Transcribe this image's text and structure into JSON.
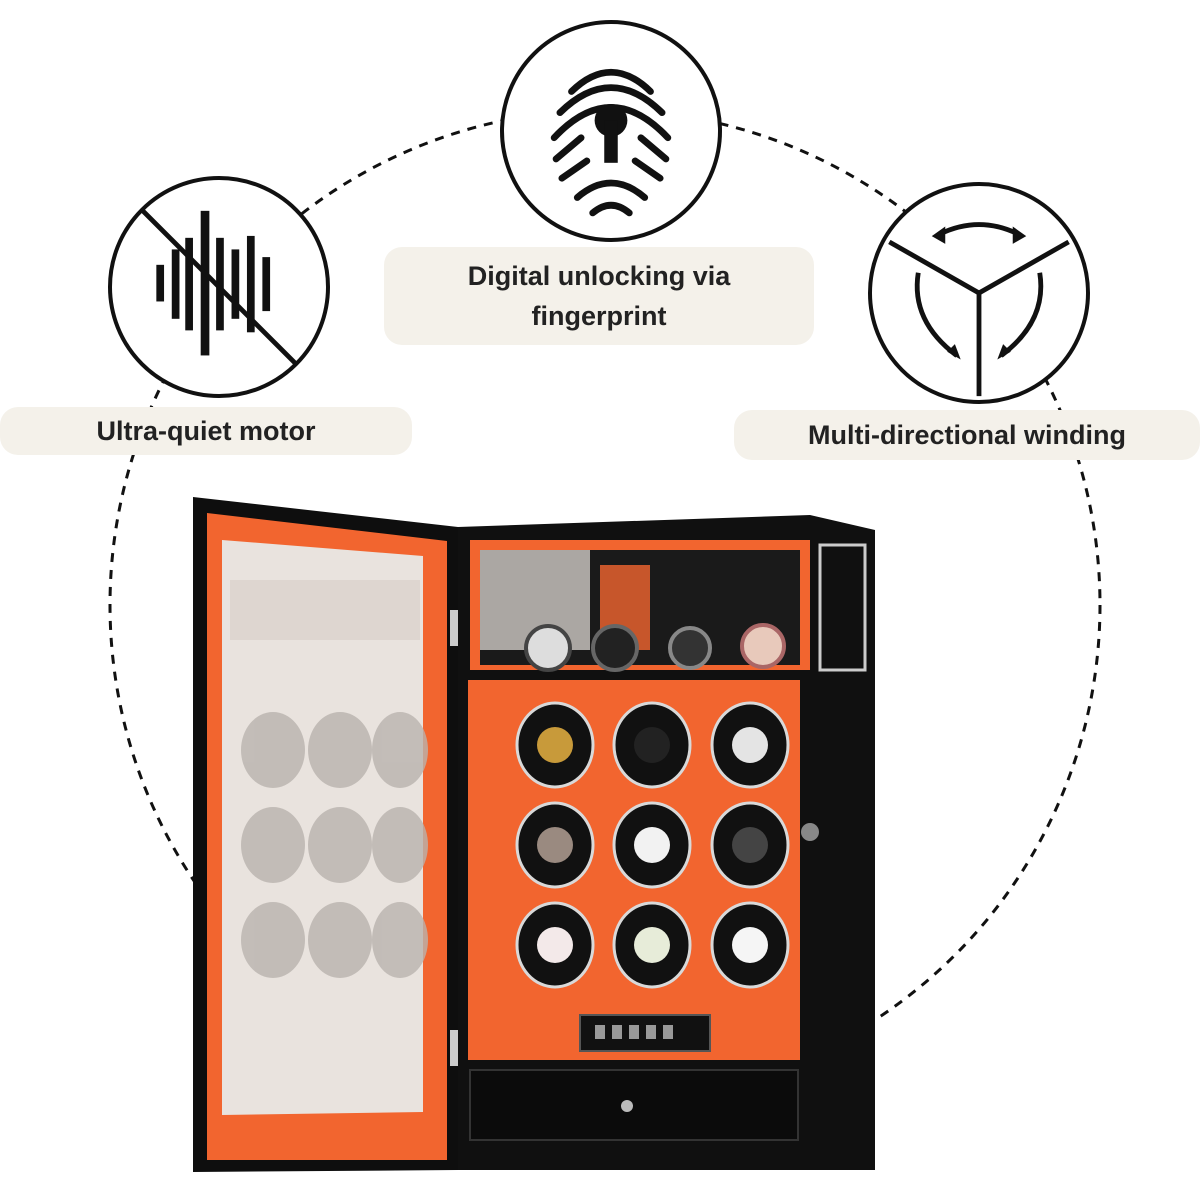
{
  "features": {
    "quiet": {
      "label": "Ultra-quiet motor",
      "icon": "no-sound-wave-icon"
    },
    "fingerprint": {
      "label": "Digital unlocking via fingerprint",
      "icon": "fingerprint-lock-icon"
    },
    "winding": {
      "label": "Multi-directional winding",
      "icon": "rotation-arrows-icon"
    }
  },
  "product": {
    "name": "watch-winder-cabinet",
    "rotor_slots": 9,
    "display_watches": 4
  },
  "colors": {
    "accent_orange": "#f2652f",
    "cabinet_black": "#101010",
    "label_bg": "#f4f1ea",
    "outline": "#111111"
  }
}
